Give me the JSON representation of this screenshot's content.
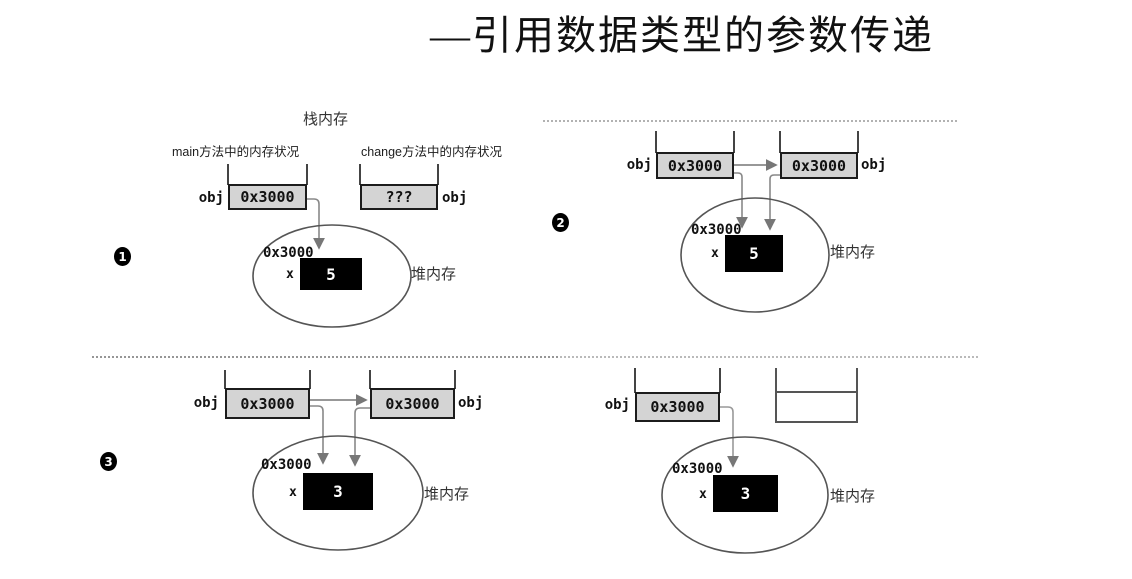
{
  "title": "—引用数据类型的参数传递",
  "shared": {
    "stack_memory_label": "栈内存",
    "heap_memory_label": "堆内存",
    "main_method_label": "main方法中的内存状况",
    "change_method_label": "change方法中的内存状况",
    "obj_label": "obj",
    "x_label": "x"
  },
  "panels": [
    {
      "badge": "1",
      "main_ref": "0x3000",
      "change_ref": "???",
      "heap_addr": "0x3000",
      "heap_value": "5"
    },
    {
      "badge": "2",
      "main_ref": "0x3000",
      "change_ref": "0x3000",
      "heap_addr": "0x3000",
      "heap_value": "5"
    },
    {
      "badge": "3",
      "main_ref": "0x3000",
      "change_ref": "0x3000",
      "heap_addr": "0x3000",
      "heap_value": "3"
    },
    {
      "badge": "",
      "main_ref": "0x3000",
      "change_ref": "",
      "heap_addr": "0x3000",
      "heap_value": "3"
    }
  ],
  "colors": {
    "box_fill": "#d4d4d4",
    "box_border": "#1c1c1c",
    "value_box_fill": "#000000",
    "value_text": "#ffffff",
    "connector": "#777777",
    "wall": "#444444",
    "ellipse": "#555555",
    "dotted": "#999999"
  }
}
